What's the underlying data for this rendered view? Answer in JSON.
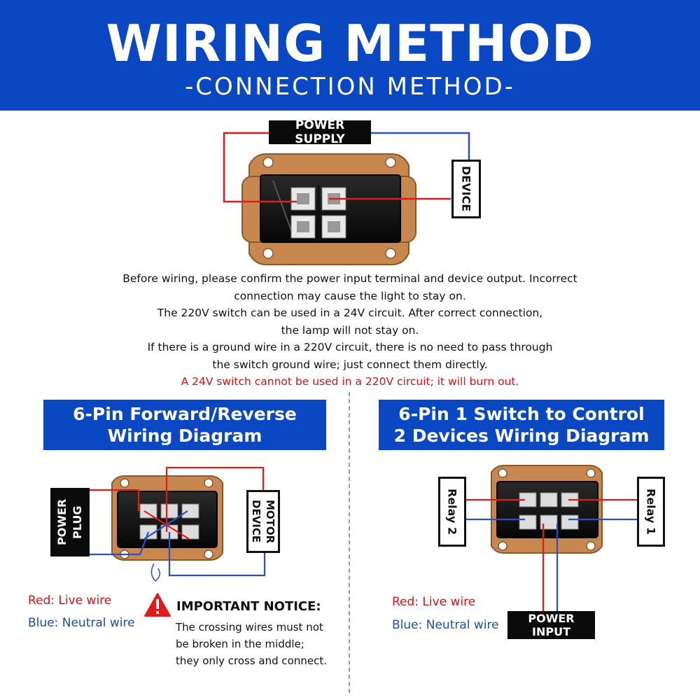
{
  "header": {
    "title": "WIRING METHOD",
    "subtitle": "-CONNECTION METHOD-"
  },
  "top_diagram": {
    "power_supply_label": "POWER SUPPLY",
    "device_label": "DEVICE"
  },
  "instructions": {
    "lines": [
      "Before wiring, please confirm the power input terminal and device output. Incorrect",
      "connection may cause the light to stay on.",
      "The 220V switch can be used in a 24V circuit. After correct connection,",
      "the lamp will not stay on.",
      "If there is a ground wire in a 220V circuit, there is no need to pass through",
      "the switch ground wire; just connect them directly."
    ],
    "warning": "A 24V switch cannot be used in a 220V circuit; it will burn out."
  },
  "left_section": {
    "title_line1": "6-Pin Forward/Reverse",
    "title_line2": "Wiring Diagram",
    "power_plug_label": "POWER PLUG",
    "motor_device_label": "MOTOR DEVICE",
    "legend_red": "Red: Live wire",
    "legend_blue": "Blue: Neutral wire",
    "notice_title": "IMPORTANT NOTICE:",
    "notice_lines": [
      "The crossing wires must not",
      "be broken in the middle;",
      "they only cross and connect."
    ]
  },
  "right_section": {
    "title_line1": "6-Pin 1 Switch to Control",
    "title_line2": "2 Devices Wiring Diagram",
    "relay_left_label": "Relay 2",
    "relay_right_label": "Relay 1",
    "legend_red": "Red: Live wire",
    "legend_blue": "Blue: Neutral wire",
    "power_input_label": "POWER INPUT"
  },
  "colors": {
    "banner_blue": "#0a47c2",
    "live_red": "#e01b1b",
    "neutral_blue": "#2a4fc8",
    "switch_brown": "#c8874e"
  }
}
